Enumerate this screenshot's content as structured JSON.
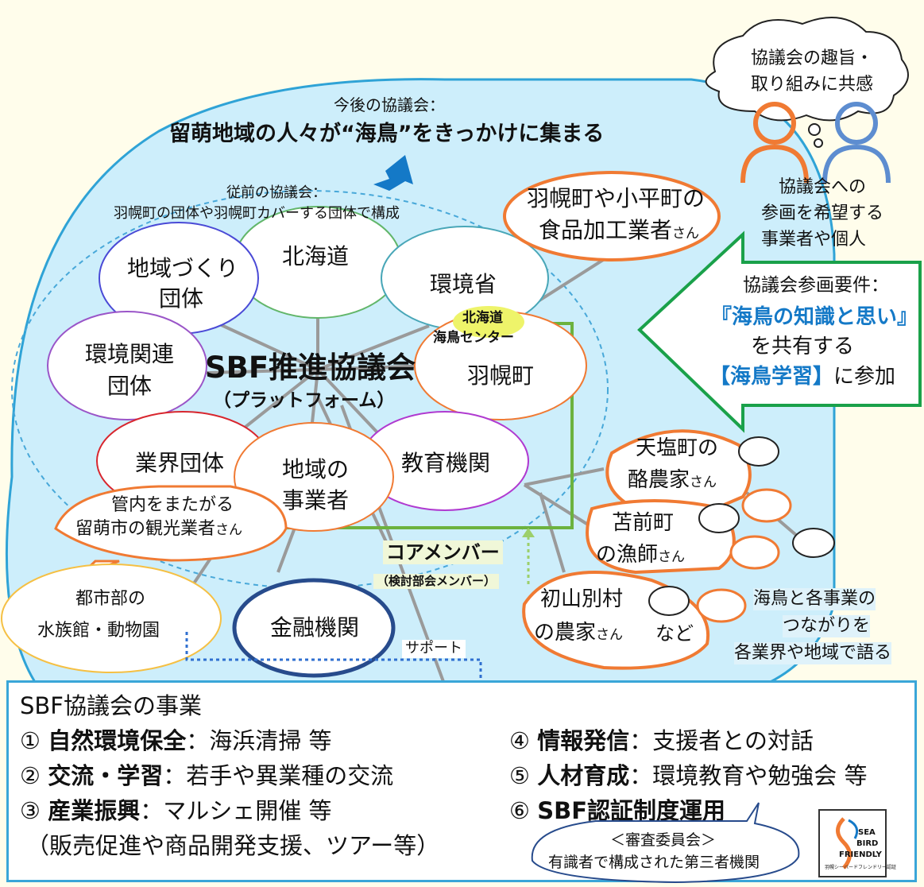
{
  "future_council": {
    "label": "今後の協議会：",
    "title": "留萌地域の人々が“海鳥”をきっかけに集まる"
  },
  "previous_council": {
    "label": "従前の協議会：",
    "desc": "羽幌町の団体や羽幌町カバーする団体で構成"
  },
  "center": {
    "title": "SBF推進協議会",
    "subtitle": "（プラットフォーム）"
  },
  "members": {
    "hokkaido": "北海道",
    "env_ministry": "環境省",
    "community_l1": "地域づくり",
    "community_l2": "団体",
    "env_groups_l1": "環境関連",
    "env_groups_l2": "団体",
    "haboro": "羽幌町",
    "seabird_center_l1": "北海道",
    "seabird_center_l2": "海鳥センター",
    "industry": "業界団体",
    "local_biz_l1": "地域の",
    "local_biz_l2": "事業者",
    "education": "教育機関",
    "finance": "金融機関"
  },
  "external": {
    "food_l1": "羽幌町や小平町の",
    "food_l2": "食品加工業者",
    "san": "さん",
    "tourism_l1": "管内をまたがる",
    "tourism_l2": "留萌市の観光業者",
    "aquarium_l1": "都市部の",
    "aquarium_l2": "水族館・動物園",
    "dairy_l1": "天塩町の",
    "dairy_l2": "酪農家",
    "fisher_l1": "苫前町",
    "fisher_l2": "の漁師",
    "farmer_l1": "初山別村",
    "farmer_l2": "の農家",
    "etc": "など"
  },
  "thought_bubble": {
    "l1": "協議会の趣旨・",
    "l2": "取り組みに共感"
  },
  "applicants": {
    "l1": "協議会への",
    "l2": "参画を希望する",
    "l3": "事業者や個人"
  },
  "requirements": {
    "l1": "協議会参画要件：",
    "l2": "『海鳥の知識と思い』",
    "l3": "を共有する",
    "l4a": "【海鳥学習】",
    "l4b": "に参加"
  },
  "core": {
    "title": "コアメンバー",
    "sub": "（検討部会メンバー）"
  },
  "support": "サポート",
  "storytelling": {
    "l1": "海鳥と各事業の",
    "l2": "つながりを",
    "l3": "各業界や地域で語る"
  },
  "business": {
    "title": "SBF協議会の事業",
    "item1_num": "①",
    "item1_bold": "自然環境保全",
    "item1_rest": "：海浜清掃 等",
    "item2_num": "②",
    "item2_bold": "交流・学習",
    "item2_rest": "：若手や異業種の交流",
    "item3_num": "③",
    "item3_bold": "産業振興",
    "item3_rest": "：マルシェ開催 等",
    "item3_sub": "（販売促進や商品開発支援、ツアー等）",
    "item4_num": "④",
    "item4_bold": "情報発信",
    "item4_rest": "：支援者との対話",
    "item5_num": "⑤",
    "item5_bold": "人材育成",
    "item5_rest": "：環境教育や勉強会 等",
    "item6_num": "⑥",
    "item6_bold": "SBF認証制度運用"
  },
  "committee": {
    "l1": "＜審査委員会＞",
    "l2": "有識者で構成された第三者機関"
  },
  "logo": {
    "l1": "SEA",
    "l2": "BIRD",
    "l3": "FRIENDLY",
    "l4": "羽幌シーバードフレンドリー認証"
  },
  "colors": {
    "sea": "#cdeefb",
    "seaBorder": "#2fa3d6",
    "orange": "#f07a33",
    "green": "#52b848",
    "darkblue": "#274b8c"
  }
}
